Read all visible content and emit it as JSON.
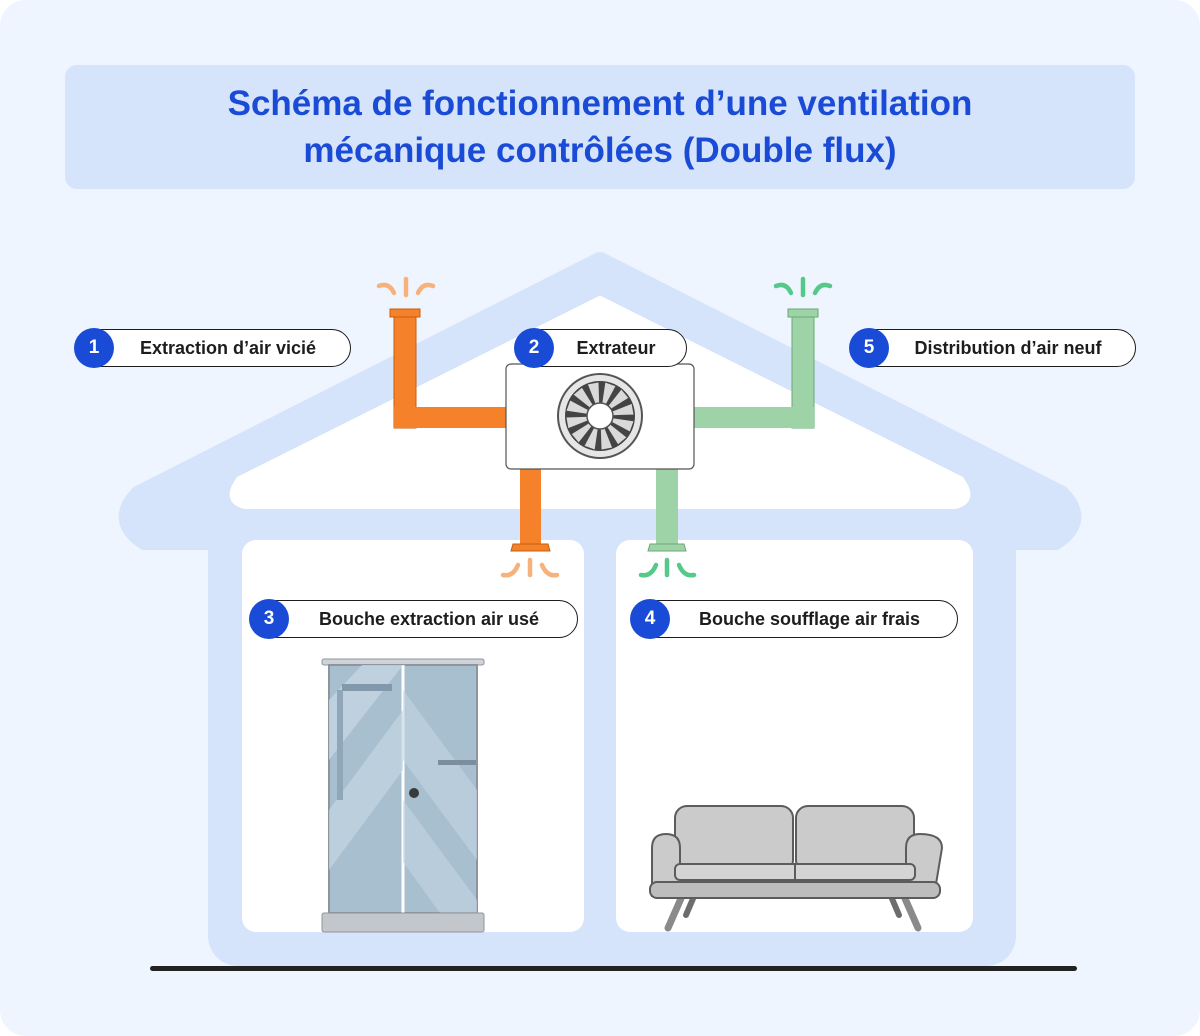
{
  "title": "Schéma de fonctionnement d’une ventilation mécanique contrôlées (Double flux)",
  "labels": [
    {
      "number": "1",
      "text": "Extraction d’air vicié"
    },
    {
      "number": "2",
      "text": "Extrateur"
    },
    {
      "number": "3",
      "text": "Bouche extraction air usé"
    },
    {
      "number": "4",
      "text": "Bouche soufflage air frais"
    },
    {
      "number": "5",
      "text": "Distribution d’air neuf"
    }
  ],
  "colors": {
    "accent": "#1a4bd6",
    "house": "#d5e3fb",
    "stale_air_duct": "#f5822a",
    "stale_air_puff": "#f7b27c",
    "fresh_air_duct": "#9ed3a7",
    "fresh_air_puff": "#55c98a"
  }
}
